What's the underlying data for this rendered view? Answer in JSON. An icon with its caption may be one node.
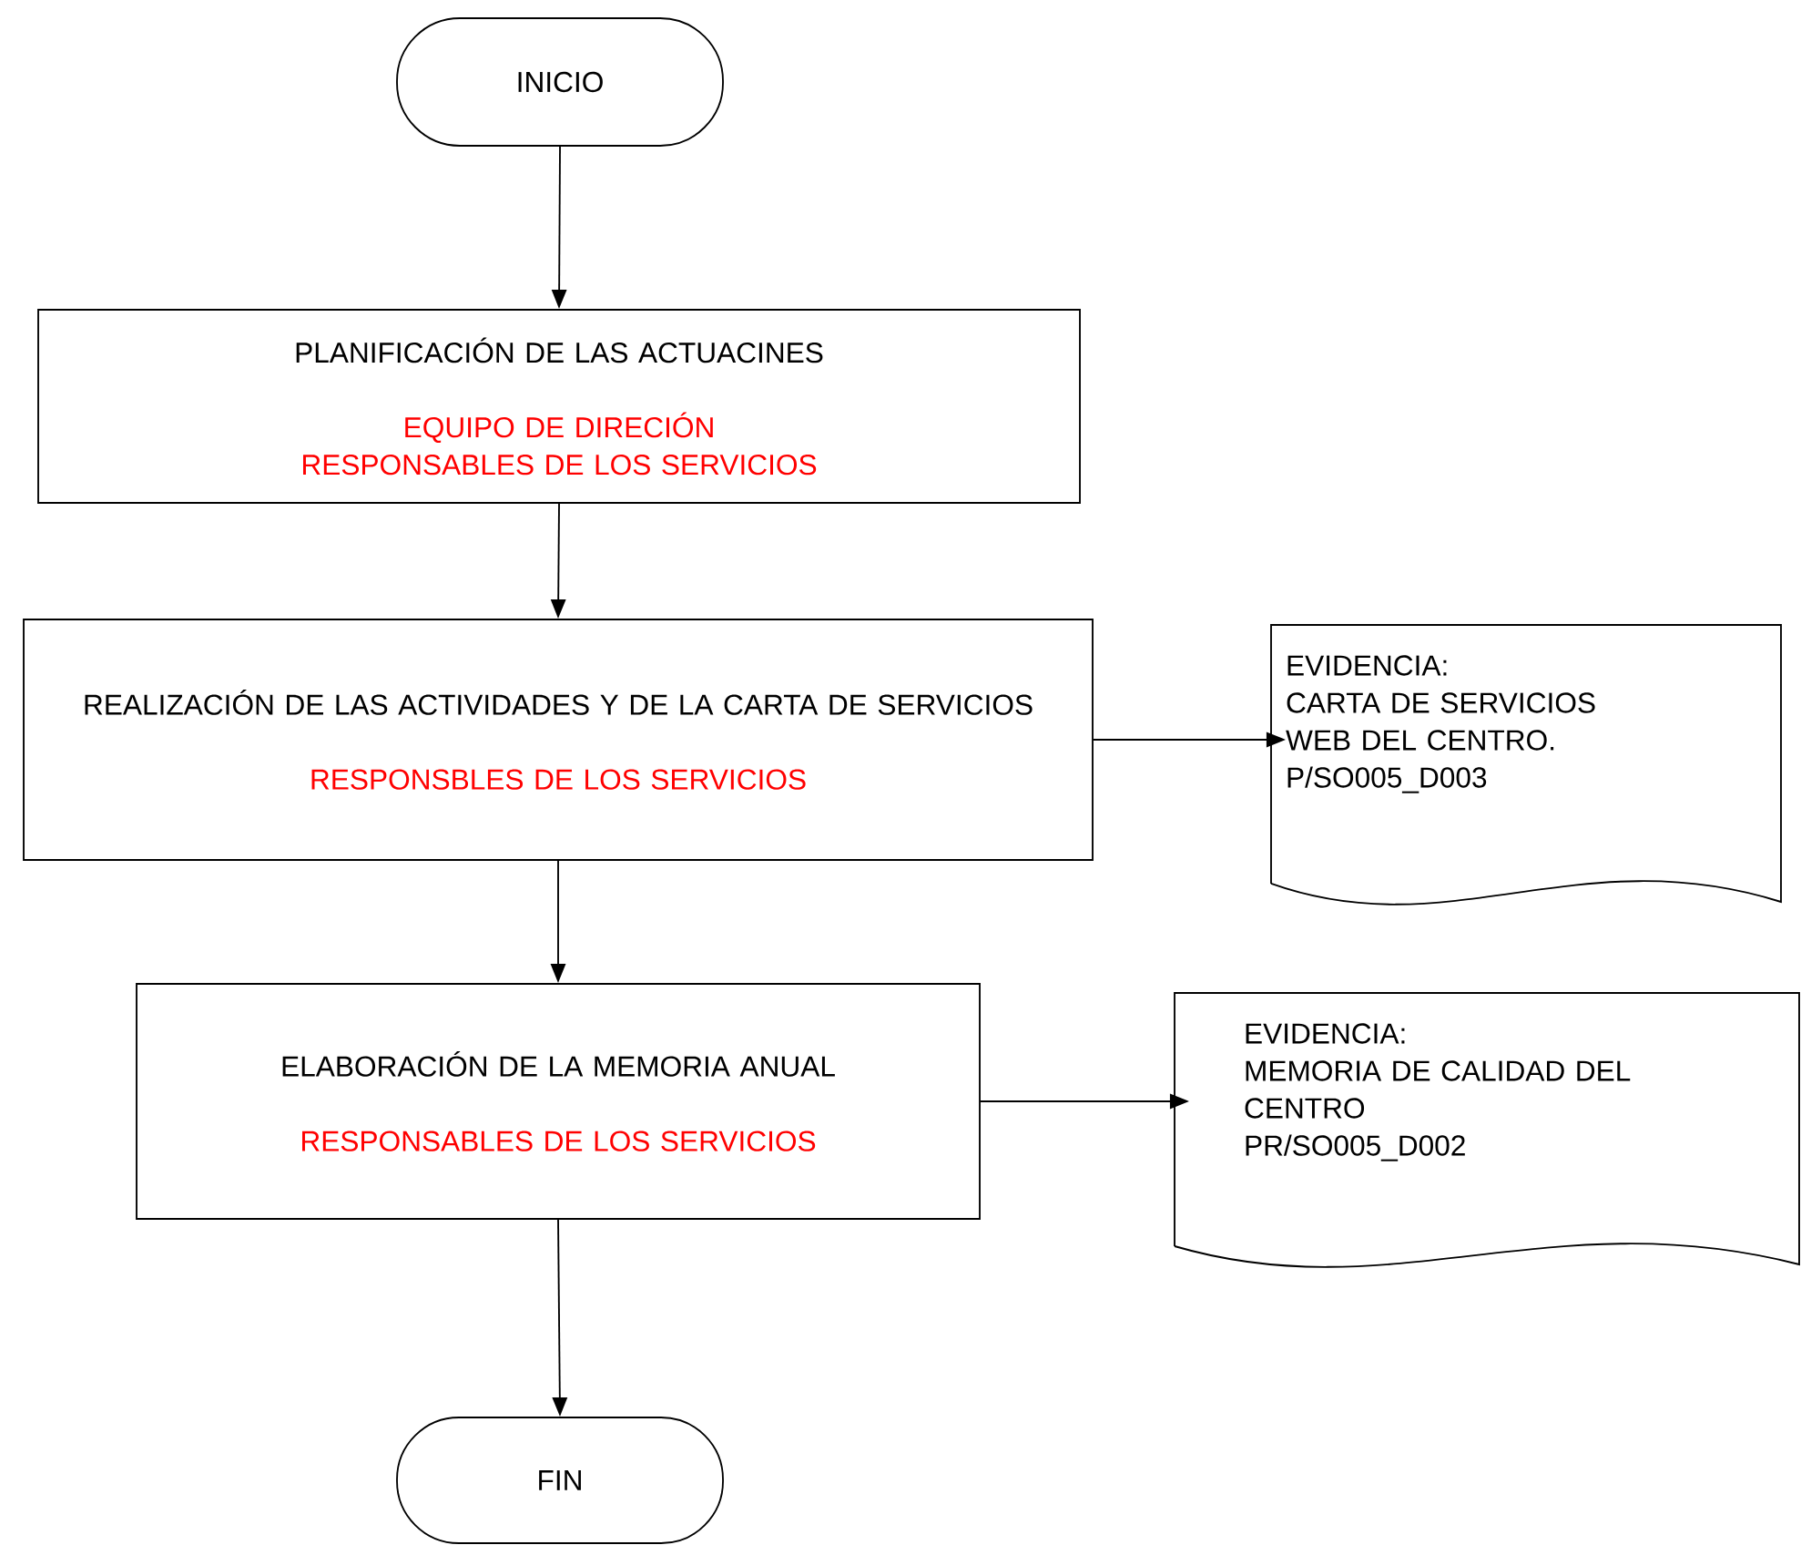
{
  "diagram": {
    "nodes": [
      {
        "text": [
          "INICIO"
        ]
      },
      {
        "text": [
          "PLANIFICACIÓN DE LAS ACTUACINES",
          "EQUIPO DE DIRECIÓN",
          "RESPONSABLES DE LOS SERVICIOS"
        ]
      },
      {
        "text": [
          "REALIZACIÓN DE LAS ACTIVIDADES Y DE LA CARTA DE SERVICIOS",
          "RESPONSBLES DE LOS SERVICIOS"
        ]
      },
      {
        "text": [
          "EVIDENCIA:",
          "CARTA DE SERVICIOS",
          "WEB DEL CENTRO.",
          "P/SO005_D003"
        ]
      },
      {
        "text": [
          "ELABORACIÓN DE LA MEMORIA ANUAL",
          "RESPONSABLES DE LOS SERVICIOS"
        ]
      },
      {
        "text": [
          "EVIDENCIA:",
          "MEMORIA DE CALIDAD DEL CENTRO",
          "PR/SO005_D002"
        ]
      },
      {
        "text": [
          "FIN"
        ]
      }
    ],
    "edges": [
      {
        "from": 0,
        "to": 1,
        "arrow": "to"
      },
      {
        "from": 1,
        "to": 2,
        "arrow": "to"
      },
      {
        "from": 2,
        "to": 3,
        "arrow": "to"
      },
      {
        "from": 2,
        "to": 4,
        "arrow": "to"
      },
      {
        "from": 4,
        "to": 5,
        "arrow": "to"
      },
      {
        "from": 4,
        "to": 6,
        "arrow": "to"
      }
    ]
  }
}
